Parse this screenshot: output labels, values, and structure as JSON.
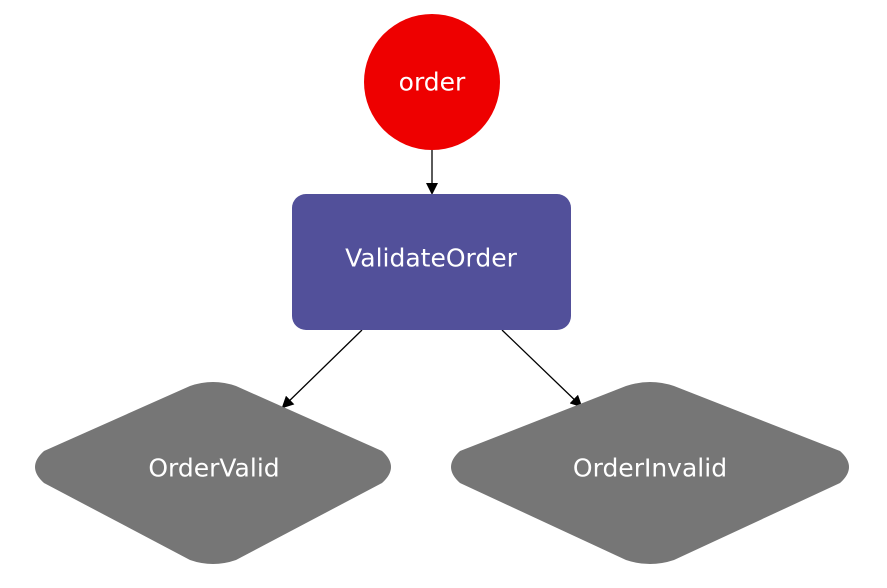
{
  "diagram": {
    "nodes": {
      "order": {
        "label": "order",
        "shape": "circle",
        "color": "#ee0000"
      },
      "validate_order": {
        "label": "ValidateOrder",
        "shape": "rounded-rectangle",
        "color": "#52509a"
      },
      "order_valid": {
        "label": "OrderValid",
        "shape": "rounded-diamond",
        "color": "#767676"
      },
      "order_invalid": {
        "label": "OrderInvalid",
        "shape": "rounded-diamond",
        "color": "#767676"
      }
    },
    "edges": [
      {
        "from": "order",
        "to": "validate_order"
      },
      {
        "from": "validate_order",
        "to": "order_valid"
      },
      {
        "from": "validate_order",
        "to": "order_invalid"
      }
    ],
    "edge_color": "#000000"
  }
}
